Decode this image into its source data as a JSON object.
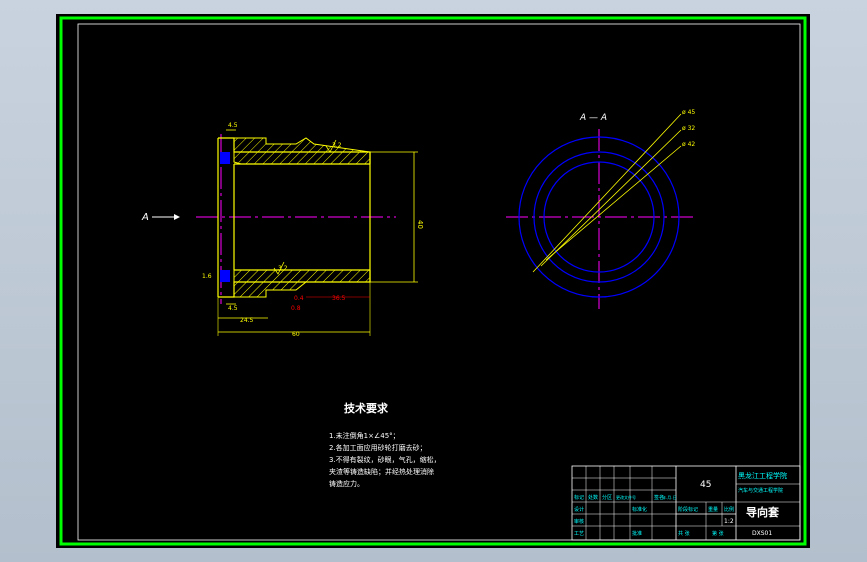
{
  "colors": {
    "background": "#000000",
    "border": "#00ff00",
    "part_outline": "#ffff00",
    "center_line": "#ff00ff",
    "circles": "#0000ff",
    "titleblock_text": "#00ffff",
    "hatch": "#ffff00"
  },
  "views": {
    "section_marker": "A",
    "section_view_label": "A — A"
  },
  "dimensions": {
    "top_small": "4.5",
    "bottom_small": "4.5",
    "left_length": "24.5",
    "overall_length": "60",
    "groove_a": "0.4",
    "groove_b": "0.8",
    "groove_c": "36.5",
    "height": "40",
    "dia_outer": "ø 45",
    "dia_mid": "ø 32",
    "dia_inner": "ø 42",
    "roughness_top": "3.2",
    "roughness_bottom": "3.2",
    "roughness_left": "1.6"
  },
  "tech_requirements": {
    "title": "技术要求",
    "lines": [
      "1.未注倒角1×∠45°；",
      "2.各加工面应用砂轮打磨去砂；",
      "3.不得有裂纹，砂眼，气孔，缩松，",
      "夹渣等铸造缺陷；并经热处理消除",
      "铸造应力。"
    ]
  },
  "title_block": {
    "material": "45",
    "school_line1": "黑龙江工程学院",
    "school_line2": "汽车与交通工程学院",
    "part_name": "导向套",
    "scale": "1:2",
    "drawing_no": "DXS01",
    "cells": [
      "标记",
      "处数",
      "分区",
      "更改文件号",
      "签名",
      "年.月.日",
      "设计",
      "标准化",
      "审核",
      "工艺",
      "批准",
      "阶段标记",
      "重量",
      "比例",
      "共 张",
      "第 张"
    ]
  }
}
